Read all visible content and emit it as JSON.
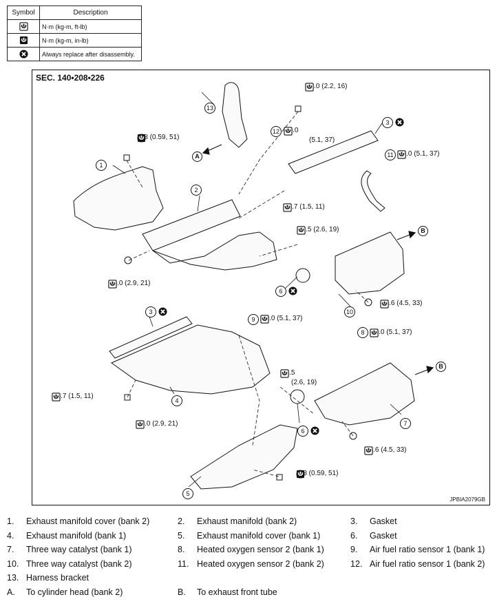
{
  "legend": {
    "header_symbol": "Symbol",
    "header_description": "Description",
    "rows": [
      {
        "icon": "torque-ft-lb-icon",
        "text": "N·m (kg-m, ft-lb)"
      },
      {
        "icon": "torque-in-lb-icon",
        "text": "N·m (kg-m, in-lb)"
      },
      {
        "icon": "always-replace-icon",
        "text": "Always replace after disassembly."
      }
    ]
  },
  "diagram": {
    "section": "SEC. 140•208•226",
    "figure_id": "JPBIA2079GB",
    "torques": {
      "t_22": "22.0 (2.2, 16)",
      "t_58_top": "5.8 (0.59, 51)",
      "t_50_12a": "50.0",
      "t_50_12b": "(5.1, 37)",
      "t_50_11": "50.0 (5.1, 37)",
      "t_147_top": "14.7 (1.5, 11)",
      "t_255_top": "25.5 (2.6, 19)",
      "t_28_top": "28.0 (2.9, 21)",
      "t_446_top": "44.6 (4.5, 33)",
      "t_50_9": "50.0 (5.1, 37)",
      "t_50_8": "50.0 (5.1, 37)",
      "t_255_b_a": "25.5",
      "t_255_b_b": "(2.6, 19)",
      "t_147_bot": "14.7 (1.5, 11)",
      "t_28_bot": "28.0 (2.9, 21)",
      "t_446_bot": "44.6 (4.5, 33)",
      "t_58_bot": "5.8 (0.59, 51)"
    },
    "numbers": [
      "1",
      "2",
      "3",
      "4",
      "5",
      "6",
      "7",
      "8",
      "9",
      "10",
      "11",
      "12",
      "13"
    ],
    "letters": [
      "A",
      "B"
    ]
  },
  "parts": [
    [
      {
        "no": "1.",
        "name": "Exhaust manifold cover (bank 2)"
      },
      {
        "no": "2.",
        "name": "Exhaust manifold (bank 2)"
      },
      {
        "no": "3.",
        "name": "Gasket"
      }
    ],
    [
      {
        "no": "4.",
        "name": "Exhaust manifold (bank 1)"
      },
      {
        "no": "5.",
        "name": "Exhaust manifold cover (bank 1)"
      },
      {
        "no": "6.",
        "name": "Gasket"
      }
    ],
    [
      {
        "no": "7.",
        "name": "Three way catalyst (bank 1)"
      },
      {
        "no": "8.",
        "name": "Heated oxygen sensor 2 (bank 1)"
      },
      {
        "no": "9.",
        "name": "Air fuel ratio sensor 1 (bank 1)"
      }
    ],
    [
      {
        "no": "10.",
        "name": "Three way catalyst (bank 2)"
      },
      {
        "no": "11.",
        "name": "Heated oxygen sensor 2 (bank 2)"
      },
      {
        "no": "12.",
        "name": "Air fuel ratio sensor 1 (bank 2)"
      }
    ],
    [
      {
        "no": "13.",
        "name": "Harness bracket"
      }
    ],
    [
      {
        "no": "A.",
        "name": "To cylinder head (bank 2)"
      },
      {
        "no": "B.",
        "name": "To exhaust front tube"
      }
    ]
  ]
}
